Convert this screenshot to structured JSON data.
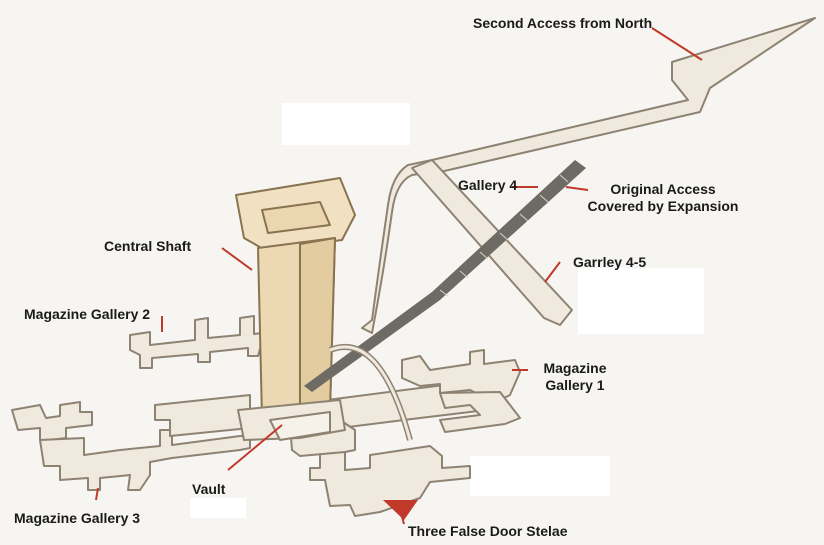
{
  "labels": {
    "second_access": "Second Access from North",
    "gallery4": "Gallery 4",
    "original_access_line1": "Original Access",
    "original_access_line2": "Covered by Expansion",
    "central_shaft": "Central Shaft",
    "garrley": "Garrley 4-5",
    "magazine2": "Magazine Gallery 2",
    "magazine1_line1": "Magazine",
    "magazine1_line2": "Gallery 1",
    "vault": "Vault",
    "magazine3": "Magazine Gallery 3",
    "false_door": "Three False Door Stelae"
  },
  "colors": {
    "background": "#f7f5f1",
    "gallery_fill": "#efe9de",
    "gallery_stroke": "#8e8372",
    "shaft_fill": "#ecd9b4",
    "shaft_stroke": "#8a7350",
    "leader": "#c0392b",
    "stair": "#6e6a64"
  }
}
